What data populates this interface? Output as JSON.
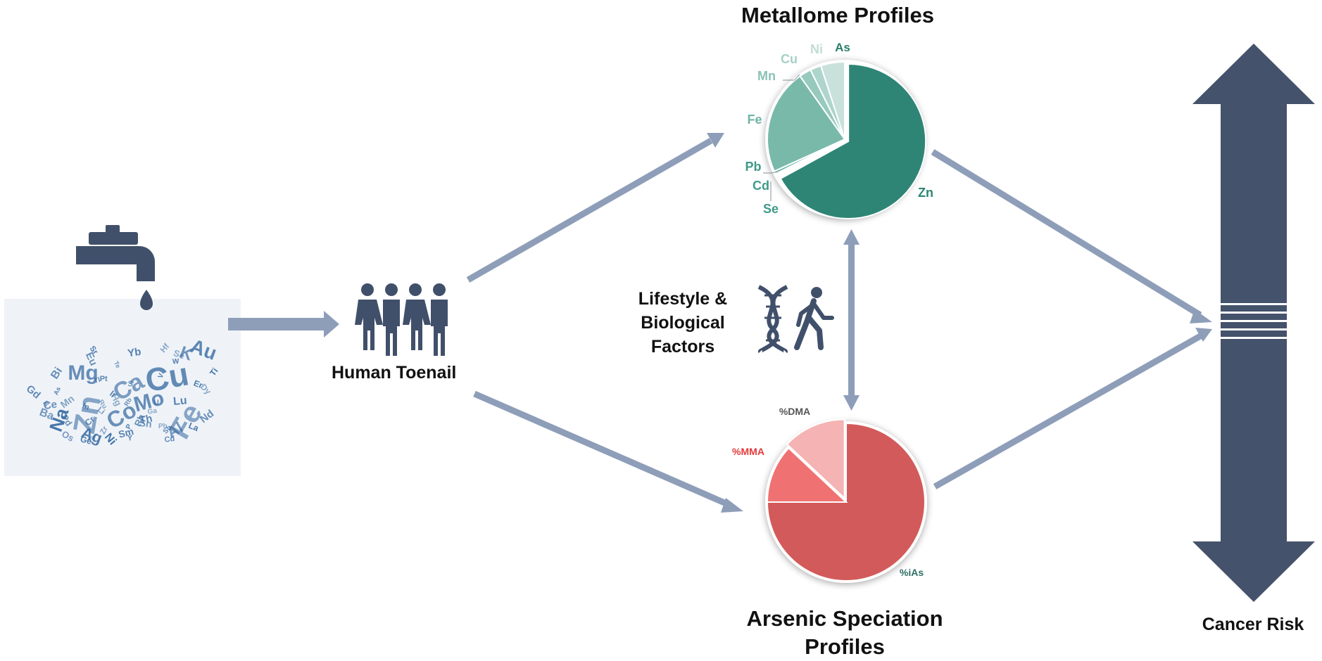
{
  "titles": {
    "metallome": "Metallome Profiles",
    "arsenic_line1": "Arsenic Speciation",
    "arsenic_line2": "Profiles",
    "toenail": "Human Toenail",
    "lifestyle_line1": "Lifestyle &",
    "lifestyle_line2": "Biological",
    "lifestyle_line3": "Factors",
    "cancer": "Cancer Risk"
  },
  "word_cloud": [
    "Mg",
    "Cu",
    "Zn",
    "Ca",
    "Co",
    "Mo",
    "Fe",
    "Na",
    "Au",
    "K",
    "Al",
    "Ag",
    "Pt",
    "Pb",
    "Ti",
    "Sn",
    "Cd",
    "Li",
    "Nd",
    "Sm",
    "Ga",
    "Ba",
    "Ce",
    "Mn",
    "Ni",
    "Se",
    "Cr",
    "Te",
    "Bi",
    "W",
    "V",
    "Sr",
    "Rb",
    "Hf",
    "Zr",
    "Ta",
    "Tl",
    "Ir",
    "Os",
    "Ru",
    "Rh",
    "Pd",
    "La",
    "Eu",
    "Gd",
    "Dy",
    "Er",
    "Yb",
    "Lu",
    "Sb",
    "Hg",
    "In",
    "Ge",
    "Th",
    "U",
    "As",
    "B",
    "P",
    "S",
    "Y"
  ],
  "chart_data": [
    {
      "type": "pie",
      "title": "Metallome Profiles",
      "categories": [
        "As",
        "Zn",
        "Se",
        "Cd",
        "Pb",
        "Fe",
        "Mn",
        "Cu",
        "Ni"
      ],
      "values": [
        0,
        67,
        0.3,
        0.3,
        0.6,
        22,
        2.5,
        2.3,
        5
      ],
      "colors": [
        "#2b7b6d",
        "#2e8575",
        "#3f9a88",
        "#3f9a88",
        "#5fb3a1",
        "#79b9aa",
        "#97c9bd",
        "#aed5cb",
        "#c8e1da"
      ],
      "label_colors": [
        "#2b7b6d",
        "#2e8575",
        "#3f9a88",
        "#3f9a88",
        "#3f9a88",
        "#6fb5a5",
        "#8cc2b5",
        "#a6d0c6",
        "#c0ddd5"
      ]
    },
    {
      "type": "pie",
      "title": "Arsenic Speciation Profiles",
      "categories": [
        "%iAs",
        "%MMA",
        "%DMA"
      ],
      "values": [
        75,
        12,
        13
      ],
      "colors": [
        "#d35a5a",
        "#f07171",
        "#f5b3b3"
      ],
      "label_colors": [
        "#2e6f63",
        "#e23b3b",
        "#555555"
      ]
    }
  ],
  "colors": {
    "arrow": "#8e9eb9",
    "dark_icon": "#41506a",
    "cloud_text": "#3d6fa5"
  },
  "icons": {
    "faucet": "faucet-icon",
    "people": "people-icon",
    "dna": "dna-icon",
    "walking": "walking-person-icon",
    "cancer_arrow": "double-arrow-icon"
  }
}
